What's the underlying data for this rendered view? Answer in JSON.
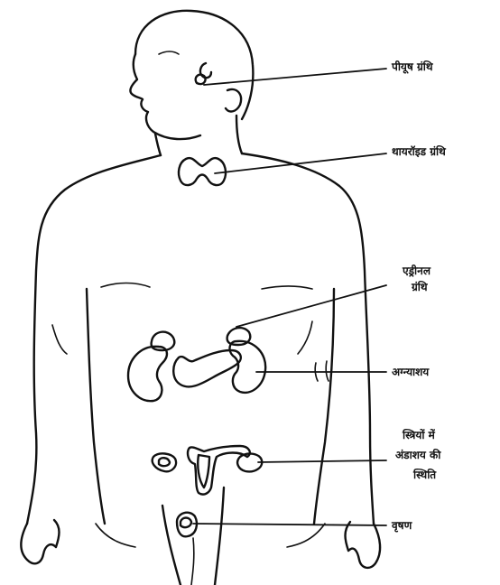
{
  "labels": {
    "pituitary": "पीयूष ग्रंथि",
    "thyroid": "थायरॉइड ग्रंथि",
    "adrenal_line1": "एड्रीनल",
    "adrenal_line2": "ग्रंथि",
    "pancreas": "अग्न्याशय",
    "ovary_line1": "स्त्रियों में",
    "ovary_line2": "अंडाशय की",
    "ovary_line3": "स्थिति",
    "testis": "वृषण"
  },
  "colors": {
    "gland": "#d8183c",
    "gland_light": "#f2a6b8",
    "outline": "#111111"
  }
}
